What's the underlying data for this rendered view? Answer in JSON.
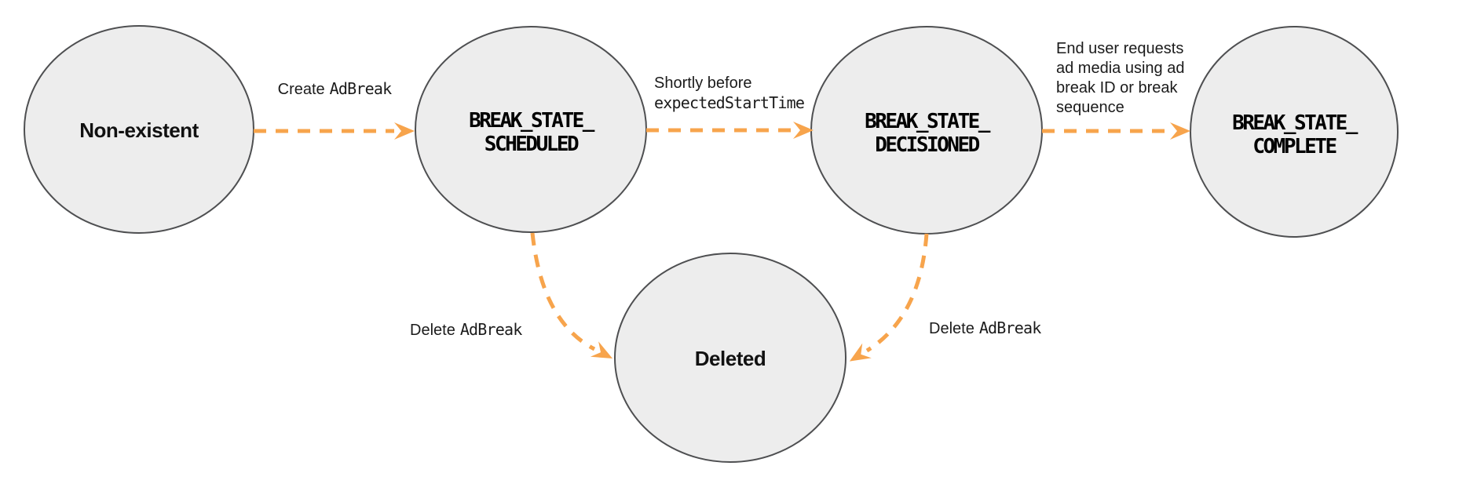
{
  "diagram": {
    "nodes": [
      {
        "id": "non-existent",
        "label": "Non-existent"
      },
      {
        "id": "break-state-scheduled",
        "line1": "BREAK_STATE_",
        "line2": "SCHEDULED"
      },
      {
        "id": "break-state-decisioned",
        "line1": "BREAK_STATE_",
        "line2": "DECISIONED"
      },
      {
        "id": "break-state-complete",
        "line1": "BREAK_STATE_",
        "line2": "COMPLETE"
      },
      {
        "id": "deleted",
        "label": "Deleted"
      }
    ],
    "edges": [
      {
        "from": "non-existent",
        "to": "break-state-scheduled",
        "label_text": "Create",
        "label_code": "AdBreak"
      },
      {
        "from": "break-state-scheduled",
        "to": "break-state-decisioned",
        "label_text": "Shortly before",
        "label_code": "expectedStartTime"
      },
      {
        "from": "break-state-decisioned",
        "to": "break-state-complete",
        "label_lines": [
          "End user requests",
          "ad media using ad",
          "break ID or break",
          "sequence"
        ]
      },
      {
        "from": "break-state-scheduled",
        "to": "deleted",
        "label_text": "Delete",
        "label_code": "AdBreak"
      },
      {
        "from": "break-state-decisioned",
        "to": "deleted",
        "label_text": "Delete",
        "label_code": "AdBreak"
      }
    ],
    "colors": {
      "arrow": "#F7A44C",
      "node_fill": "#EDEDED",
      "node_border": "#4E4F51",
      "text": "#1B1B1B"
    }
  }
}
